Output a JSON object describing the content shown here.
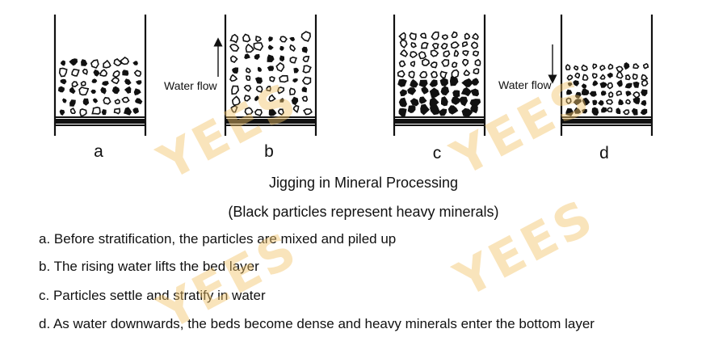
{
  "panels": [
    {
      "label": "a"
    },
    {
      "label": "b",
      "flow_text": "Water flow"
    },
    {
      "label": "c"
    },
    {
      "label": "d",
      "flow_text": "Water flow"
    }
  ],
  "caption": {
    "title": "Jigging in Mineral Processing",
    "subtitle": "(Black particles represent heavy minerals)"
  },
  "descriptions": [
    "a. Before stratification, the particles are mixed and piled up",
    "b. The rising water lifts the bed layer",
    "c. Particles settle and stratify in water",
    "d. As water downwards, the beds become dense and heavy minerals enter the bottom layer"
  ],
  "watermark": {
    "text": "YEES",
    "color": "#f3c46a"
  }
}
